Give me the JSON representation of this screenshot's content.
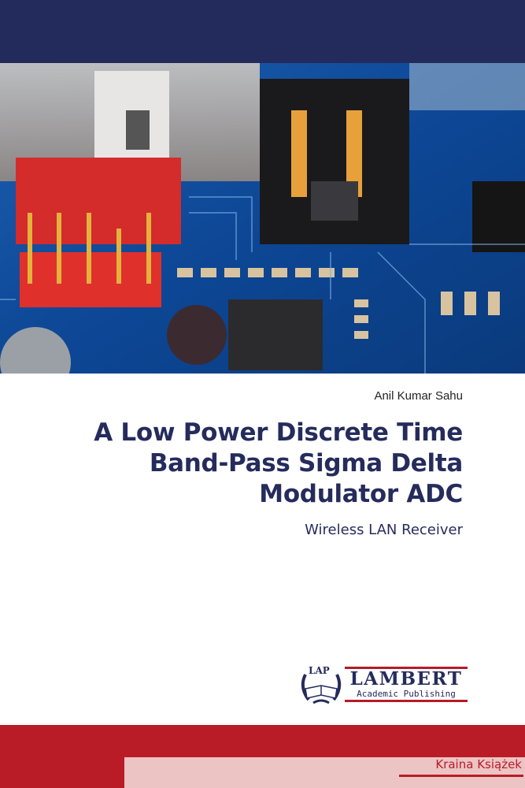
{
  "cover": {
    "author": "Anil Kumar Sahu",
    "title_lines": [
      "A Low Power Discrete Time",
      "Band-Pass Sigma Delta",
      "Modulator ADC"
    ],
    "subtitle": "Wireless LAN Receiver"
  },
  "publisher": {
    "logo_badge": "LAP",
    "name": "LAMBERT",
    "tagline": "Academic Publishing"
  },
  "watermark": {
    "text": "Kraina Książek"
  },
  "colors": {
    "navy": "#232a5c",
    "red": "#b91c26",
    "pink": "#ecc4c4"
  }
}
